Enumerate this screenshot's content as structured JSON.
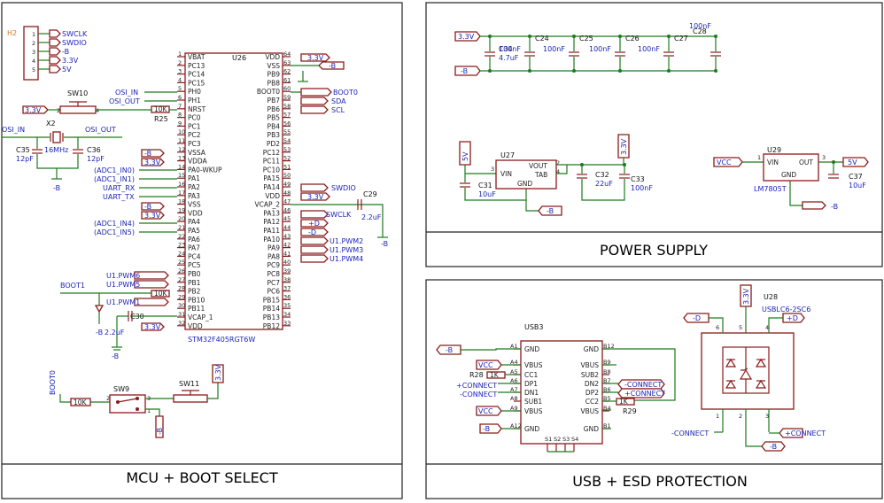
{
  "sections": {
    "mcu_title": "MCU + BOOT SELECT",
    "power_title": "POWER SUPPLY",
    "usb_title": "USB + ESD PROTECTION"
  },
  "header": {
    "ref": "H2",
    "pins": [
      "1",
      "2",
      "3",
      "4",
      "5"
    ],
    "nets": [
      "SWCLK",
      "SWDIO",
      "-B",
      "3.3V",
      "5V"
    ]
  },
  "mcu": {
    "ref": "U26",
    "part": "STM32F405RGT6W",
    "left_pins": [
      {
        "num": "1",
        "name": "VBAT"
      },
      {
        "num": "2",
        "name": "PC13"
      },
      {
        "num": "3",
        "name": "PC14"
      },
      {
        "num": "4",
        "name": "PC15"
      },
      {
        "num": "5",
        "name": "PH0"
      },
      {
        "num": "6",
        "name": "PH1"
      },
      {
        "num": "7",
        "name": "NRST"
      },
      {
        "num": "8",
        "name": "PC0"
      },
      {
        "num": "9",
        "name": "PC1"
      },
      {
        "num": "10",
        "name": "PC2"
      },
      {
        "num": "11",
        "name": "PC3"
      },
      {
        "num": "12",
        "name": "VSSA"
      },
      {
        "num": "13",
        "name": "VDDA"
      },
      {
        "num": "14",
        "name": "PA0-WKUP"
      },
      {
        "num": "15",
        "name": "PA1"
      },
      {
        "num": "16",
        "name": "PA2"
      },
      {
        "num": "17",
        "name": "PA3"
      },
      {
        "num": "18",
        "name": "VSS"
      },
      {
        "num": "19",
        "name": "VDD"
      },
      {
        "num": "20",
        "name": "PA4"
      },
      {
        "num": "21",
        "name": "PA5"
      },
      {
        "num": "22",
        "name": "PA6"
      },
      {
        "num": "23",
        "name": "PA7"
      },
      {
        "num": "24",
        "name": "PC4"
      },
      {
        "num": "25",
        "name": "PC5"
      },
      {
        "num": "26",
        "name": "PB0"
      },
      {
        "num": "27",
        "name": "PB1"
      },
      {
        "num": "28",
        "name": "PB2"
      },
      {
        "num": "29",
        "name": "PB10"
      },
      {
        "num": "30",
        "name": "PB11"
      },
      {
        "num": "31",
        "name": "VCAP_1"
      },
      {
        "num": "32",
        "name": "VDD"
      }
    ],
    "right_pins": [
      {
        "num": "64",
        "name": "VDD"
      },
      {
        "num": "63",
        "name": "VSS"
      },
      {
        "num": "62",
        "name": "PB9"
      },
      {
        "num": "61",
        "name": "PB8"
      },
      {
        "num": "60",
        "name": "BOOT0"
      },
      {
        "num": "59",
        "name": "PB7"
      },
      {
        "num": "58",
        "name": "PB6"
      },
      {
        "num": "57",
        "name": "PB5"
      },
      {
        "num": "56",
        "name": "PB4"
      },
      {
        "num": "55",
        "name": "PB3"
      },
      {
        "num": "54",
        "name": "PD2"
      },
      {
        "num": "53",
        "name": "PC12"
      },
      {
        "num": "52",
        "name": "PC11"
      },
      {
        "num": "51",
        "name": "PC10"
      },
      {
        "num": "50",
        "name": "PA15"
      },
      {
        "num": "49",
        "name": "PA14"
      },
      {
        "num": "48",
        "name": "VDD"
      },
      {
        "num": "47",
        "name": "VCAP_2"
      },
      {
        "num": "46",
        "name": "PA13"
      },
      {
        "num": "45",
        "name": "PA12"
      },
      {
        "num": "44",
        "name": "PA11"
      },
      {
        "num": "43",
        "name": "PA10"
      },
      {
        "num": "42",
        "name": "PA9"
      },
      {
        "num": "41",
        "name": "PA8"
      },
      {
        "num": "40",
        "name": "PC9"
      },
      {
        "num": "39",
        "name": "PC8"
      },
      {
        "num": "38",
        "name": "PC7"
      },
      {
        "num": "37",
        "name": "PC6"
      },
      {
        "num": "36",
        "name": "PB15"
      },
      {
        "num": "35",
        "name": "PB14"
      },
      {
        "num": "34",
        "name": "PB13"
      },
      {
        "num": "33",
        "name": "PB12"
      }
    ],
    "left_nets": {
      "osc_in": "OSI_IN",
      "osc_out": "OSI_OUT",
      "r25": "R25",
      "r25_val": "10K",
      "vssa": "-B",
      "vdda": "3.3V",
      "adc1": "(ADC1_IN0)",
      "adc2": "(ADC1_IN1)",
      "uart_rx": "UART_RX",
      "uart_tx": "UART_TX",
      "vss": "-B",
      "vdd": "3.3V",
      "adc3": "(ADC1_IN4)",
      "adc4": "(ADC1_IN5)",
      "pwm6": "U1.PWM6",
      "pwm5": "U1.PWM5",
      "pb2_res": "10K",
      "pwm1": "U1.PWM1",
      "boot1": "BOOT1",
      "vdd32": "3.3V",
      "c30": "C30",
      "c30_val": "2.2uF",
      "gnd_b": "-B"
    },
    "right_nets": {
      "vdd64": "3.3V",
      "vss63": "-B",
      "boot0": "BOOT0",
      "sda": "SDA",
      "scl": "SCL",
      "swdio": "SWDIO",
      "c29": "C29",
      "c29_val": "2.2uF",
      "vdd48": "3.3V",
      "swclk": "SWCLK",
      "d_plus": "+D",
      "d_minus": "-D",
      "pwm2": "U1.PWM2",
      "pwm3": "U1.PWM3",
      "pwm4": "U1.PWM4",
      "gnd_b": "-B"
    }
  },
  "boot_select": {
    "sw10": "SW10",
    "rail": "3.3V",
    "crystal_ref": "X2",
    "crystal_val": "16MHz",
    "osc_in": "OSI_IN",
    "osc_out": "OSI_OUT",
    "c35": "C35",
    "c35_val": "12pF",
    "c36": "C36",
    "c36_val": "12pF",
    "gnd": "-B",
    "boot0": "BOOT0",
    "res_val": "10K",
    "sw9": "SW9",
    "sw11": "SW11",
    "vdd": "3.3V",
    "gnd2": "-B"
  },
  "power_supply": {
    "rail": "3.3V",
    "gnd": "-B",
    "caps": [
      {
        "ref": "C34",
        "val": "4.7uF"
      },
      {
        "ref": "C24",
        "val": "100nF"
      },
      {
        "ref": "C25",
        "val": "100nF"
      },
      {
        "ref": "C26",
        "val": "100nF"
      },
      {
        "ref": "C27",
        "val": "100nF"
      },
      {
        "ref": "C28",
        "val": "100nF"
      }
    ],
    "u27": {
      "ref": "U27",
      "vin": "VIN",
      "vout": "VOUT",
      "tab": "TAB",
      "gnd": "GND",
      "in_net": "5V",
      "out_net": "3.3V"
    },
    "c31": {
      "ref": "C31",
      "val": "10uF"
    },
    "c32": {
      "ref": "C32",
      "val": "22uF"
    },
    "c33": {
      "ref": "C33",
      "val": "100nF"
    },
    "u29": {
      "ref": "U29",
      "part": "LM7805T",
      "vin": "VIN",
      "out": "OUT",
      "gnd": "GND",
      "in_net": "VCC",
      "out_net": "5V"
    },
    "c37": {
      "ref": "C37",
      "val": "10uF"
    },
    "gnd2": "-B",
    "gnd3": "-B"
  },
  "usb": {
    "ref": "USB3",
    "left_pins": [
      {
        "num": "A1",
        "name": "GND"
      },
      {
        "num": "A4",
        "name": "VBUS"
      },
      {
        "num": "A5",
        "name": "CC1"
      },
      {
        "num": "A6",
        "name": "DP1"
      },
      {
        "num": "A7",
        "name": "DN1"
      },
      {
        "num": "A8",
        "name": "SUB1"
      },
      {
        "num": "A9",
        "name": "VBUS"
      },
      {
        "num": "A12",
        "name": "GND"
      }
    ],
    "right_pins": [
      {
        "num": "B12",
        "name": "GND"
      },
      {
        "num": "B9",
        "name": "VBUS"
      },
      {
        "num": "B8",
        "name": "SUB2"
      },
      {
        "num": "B7",
        "name": "DN2"
      },
      {
        "num": "B6",
        "name": "DP2"
      },
      {
        "num": "B5",
        "name": "CC2"
      },
      {
        "num": "B4",
        "name": "VBUS"
      },
      {
        "num": "B1",
        "name": "GND"
      }
    ],
    "nets": {
      "gnd": "-B",
      "vcc": "VCC",
      "r28": "R28",
      "r28_val": "1K",
      "pconnect": "+CONNECT",
      "mconnect": "-CONNECT",
      "r29": "R29",
      "r29_val": "1K",
      "gnd2": "-B"
    },
    "shield_pins": [
      "S1",
      "S2",
      "S3",
      "S4"
    ]
  },
  "esd": {
    "ref": "U28",
    "part": "USBLC6-2SC6",
    "rail": "3.3V",
    "d_minus": "-D",
    "d_plus": "+D",
    "mconnect": "-CONNECT",
    "pconnect": "+CONNECT",
    "gnd": "-B",
    "pins": [
      "6",
      "5",
      "4",
      "1",
      "2",
      "3"
    ]
  }
}
